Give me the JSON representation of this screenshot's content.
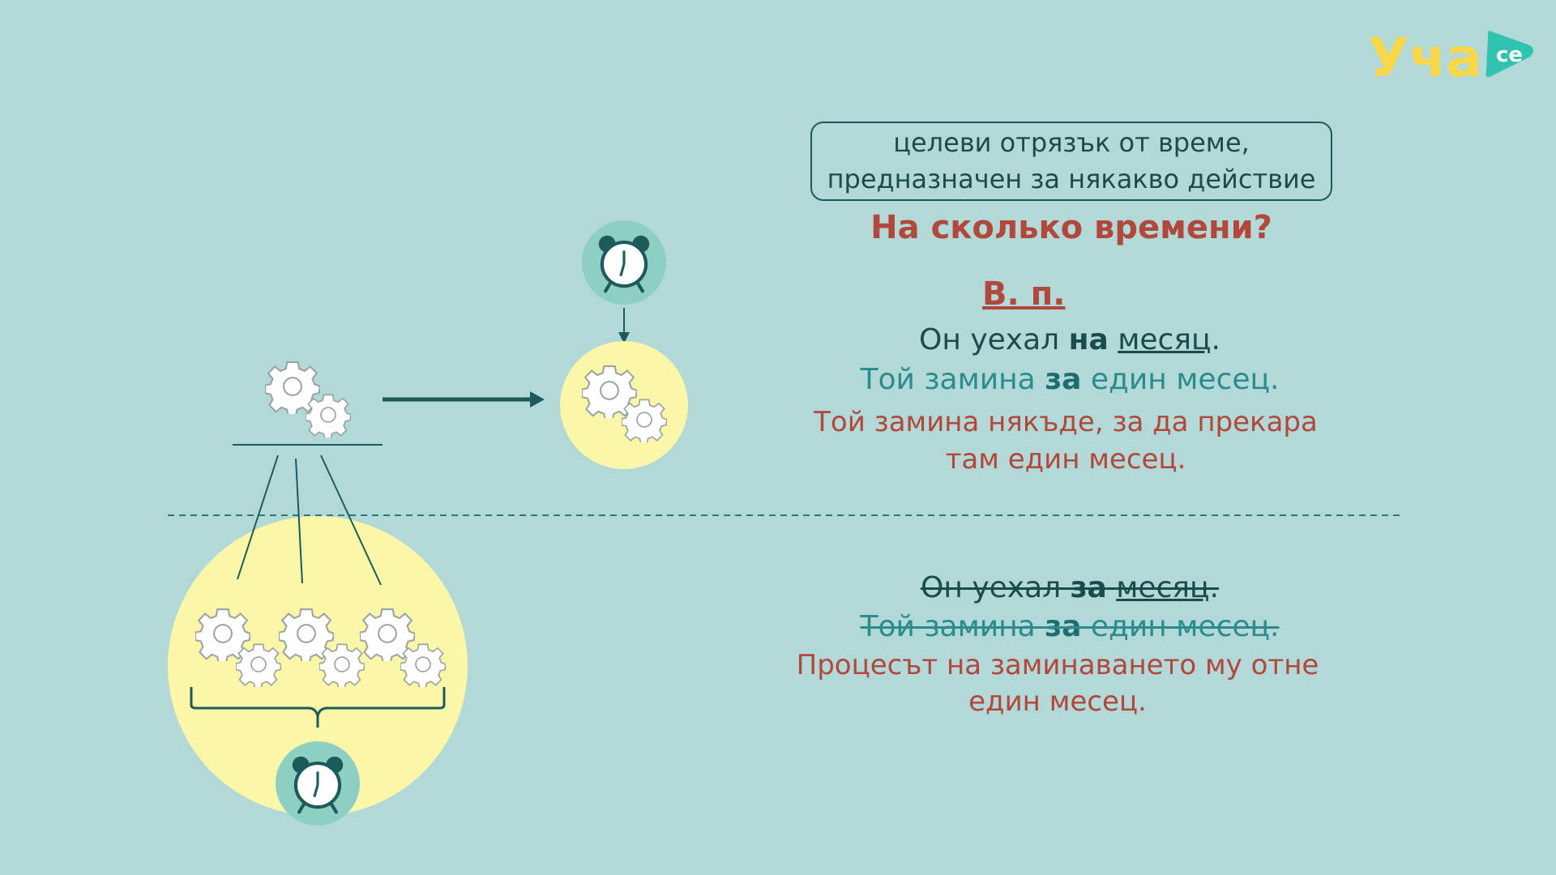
{
  "logo": {
    "text": "Уча",
    "badge": "се"
  },
  "definition": {
    "line1": "целеви отрязък от време,",
    "line2": "предназначен за някакво действие"
  },
  "question": "На сколько времени?",
  "label": "В. п.",
  "top_example": {
    "ru_before": "Он уехал ",
    "ru_prep": "на",
    "ru_space": " ",
    "ru_noun": "месяц",
    "ru_dot": ".",
    "bg_before": "Той замина ",
    "bg_prep": "за",
    "bg_after": " един месец.",
    "expl_line1": "Той замина някъде, за да прекара",
    "expl_line2": "там един месец."
  },
  "bottom_example": {
    "ru_before": "Он уехал ",
    "ru_prep": "за",
    "ru_space": " ",
    "ru_noun": "месяц",
    "ru_dot": ".",
    "bg_before": "Той замина ",
    "bg_prep": "за",
    "bg_after": " един месец.",
    "expl_line1": "Процесът на заминаването му отне",
    "expl_line2": "един месец."
  },
  "colors": {
    "background": "#b3d8d8",
    "yellow": "#fbf6a8",
    "teal_circle": "#8ecfc4",
    "dark_teal": "#1d5b5b",
    "red": "#b2473b",
    "logo_yellow": "#f8d84a",
    "logo_teal": "#2ec4b0"
  },
  "icons": [
    "gear-icon",
    "alarm-clock-icon",
    "arrow-right-icon",
    "arrow-down-icon",
    "brace-icon"
  ]
}
